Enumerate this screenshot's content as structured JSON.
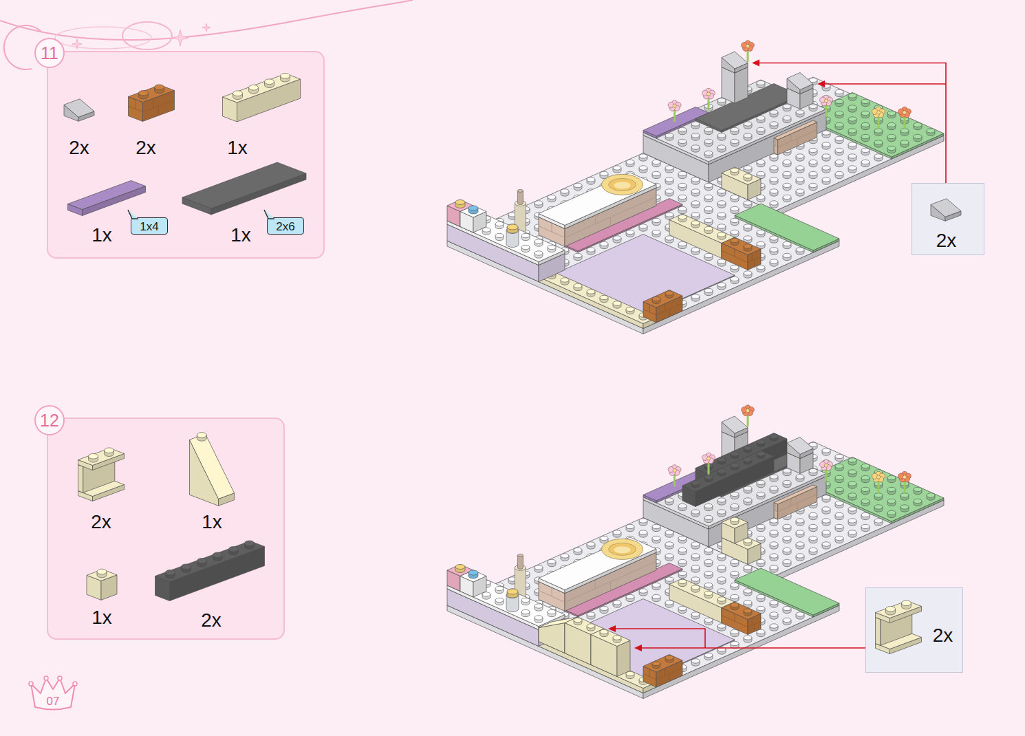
{
  "diagram": {
    "nodes": [
      {
        "text": [
          "11"
        ]
      },
      {
        "text": [
          "2x",
          "2x",
          "1x",
          "1x",
          "1x"
        ]
      },
      {
        "text": [
          "1x4"
        ],
        "in": 1
      },
      {
        "text": [
          "2x6"
        ],
        "in": 1
      },
      {
        "text": [
          "2x"
        ]
      },
      {
        "text": [
          "12"
        ]
      },
      {
        "text": [
          "2x",
          "1x",
          "1x",
          "2x"
        ]
      },
      {
        "text": [
          "2x"
        ]
      },
      {
        "text": [
          "07"
        ]
      }
    ]
  }
}
